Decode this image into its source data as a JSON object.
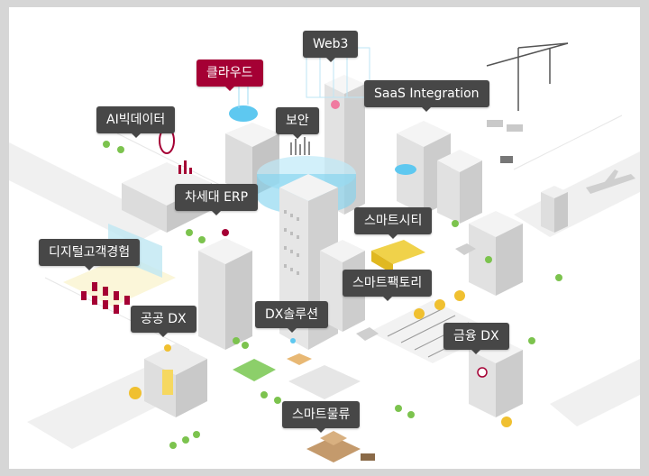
{
  "labels": {
    "web3": "Web3",
    "cloud": "클라우드",
    "saas": "SaaS Integration",
    "ai_bigdata": "AI빅데이터",
    "security": "보안",
    "next_erp": "차세대 ERP",
    "smart_city": "스마트시티",
    "digital_cx": "디지털고객경험",
    "smart_factory": "스마트팩토리",
    "public_dx": "공공 DX",
    "dx_solution": "DX솔루션",
    "finance_dx": "금융 DX",
    "smart_logistics": "스마트물류"
  },
  "colors": {
    "label_bg": "#474747",
    "active_bg": "#a50034",
    "building": "#e9e9e9",
    "accent_blue": "#5ec8f0"
  }
}
